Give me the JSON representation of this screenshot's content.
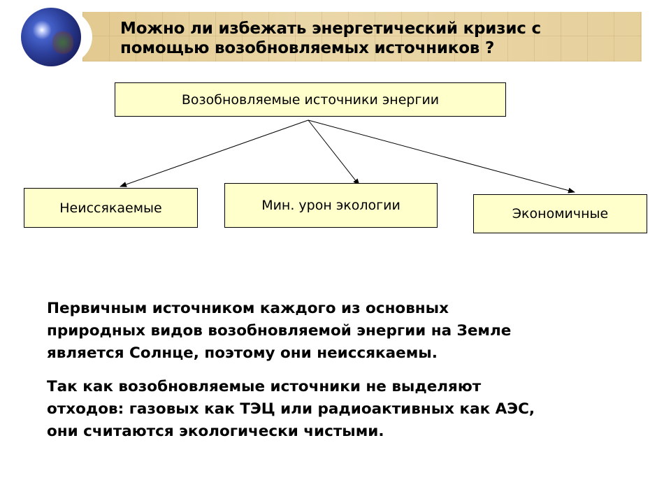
{
  "title": {
    "line1": "Можно ли избежать энергетический кризис с",
    "line2": "помощью возобновляемых источников ?"
  },
  "diagram": {
    "root": "Возобновляемые источники энергии",
    "children": [
      "Неиссякаемые",
      "Мин. урон экологии",
      "Экономичные"
    ]
  },
  "paragraphs": [
    [
      "Первичным источником каждого из основных",
      "природных видов возобновляемой энергии на Земле",
      "является Солнце, поэтому они неиссякаемы."
    ],
    [
      "Так как возобновляемые источники не выделяют",
      "отходов: газовых как ТЭЦ или радиоактивных как АЭС,",
      "они считаются экологически чистыми."
    ]
  ],
  "colors": {
    "box_fill": "#ffffcc",
    "banner": "#e6d09c"
  }
}
